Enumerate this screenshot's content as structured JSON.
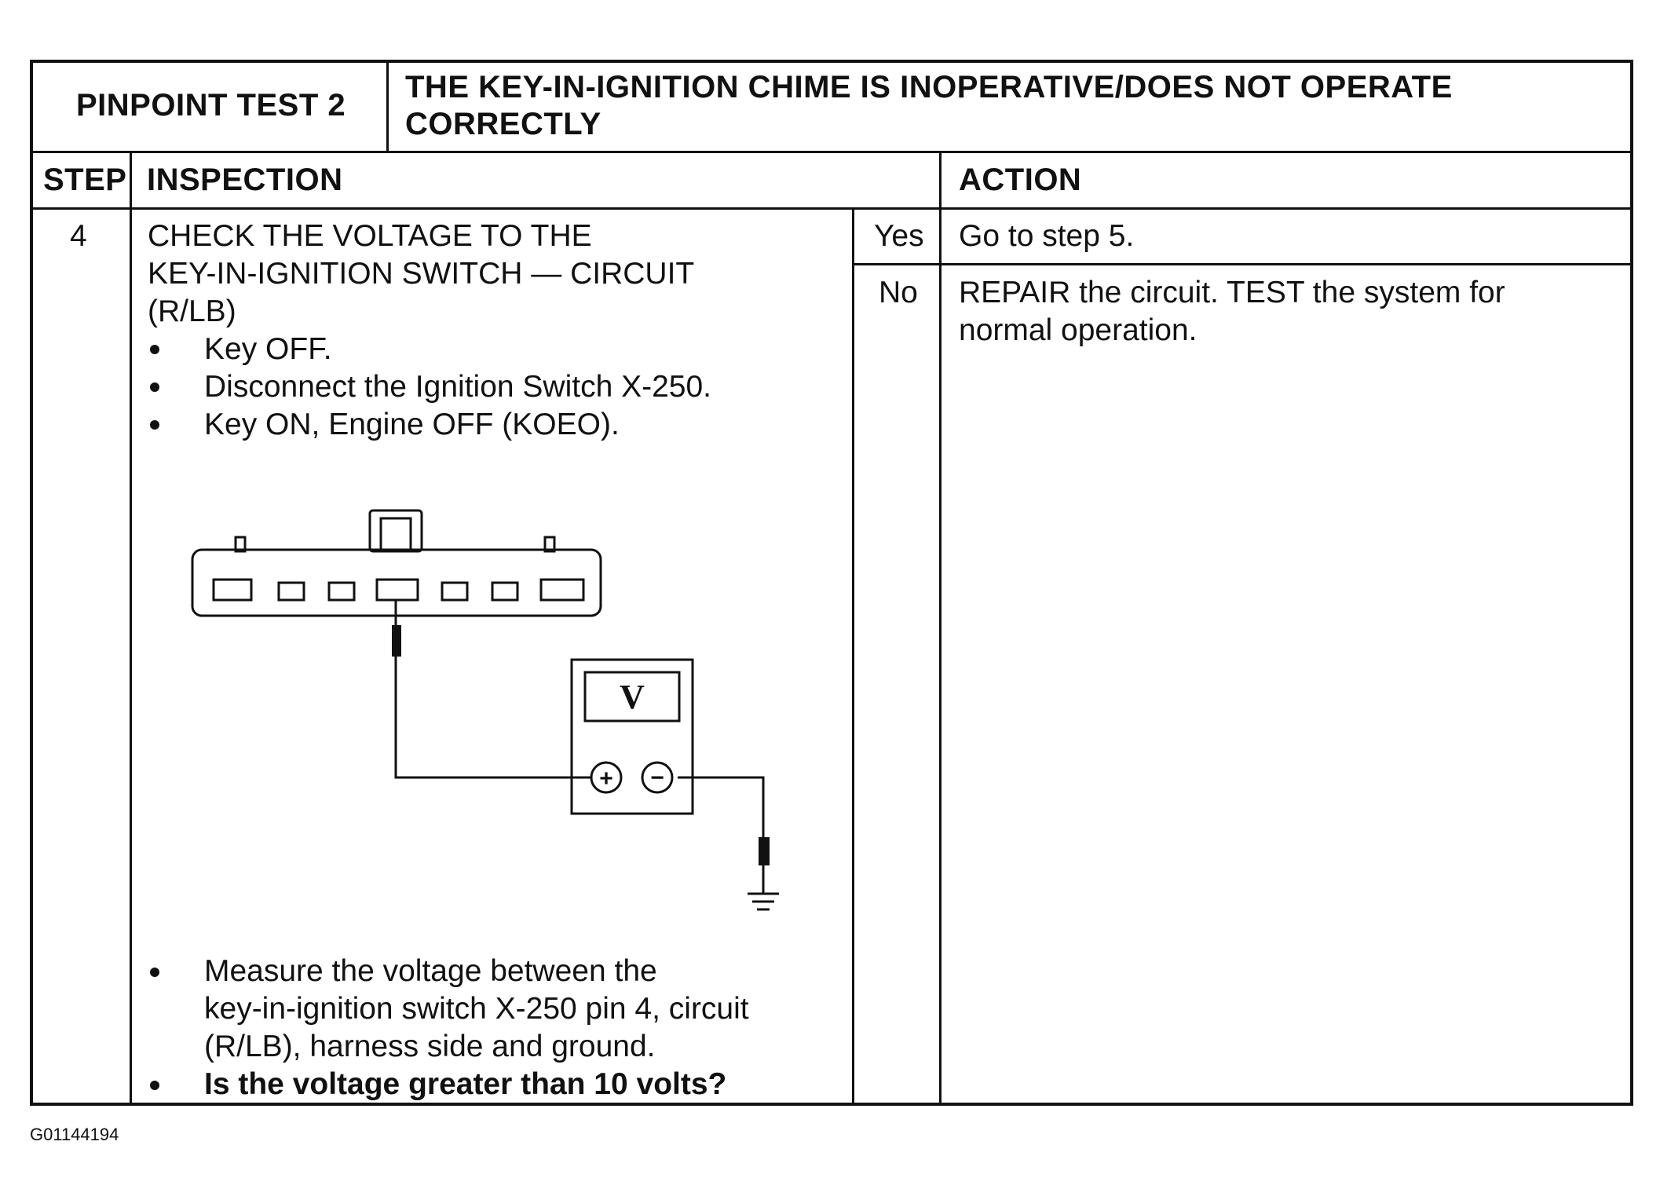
{
  "header": {
    "test_label": "PINPOINT TEST 2",
    "title_line1": "THE KEY-IN-IGNITION CHIME IS INOPERATIVE/DOES NOT OPERATE",
    "title_line2": "CORRECTLY"
  },
  "columns": {
    "step": "STEP",
    "inspection": "INSPECTION",
    "action": "ACTION"
  },
  "row": {
    "step_number": "4",
    "inspection_lines": [
      "CHECK THE VOLTAGE TO THE",
      "KEY-IN-IGNITION SWITCH — CIRCUIT",
      "(R/LB)"
    ],
    "bullets_top": [
      "Key OFF.",
      "Disconnect the Ignition Switch X-250.",
      "Key ON, Engine OFF (KOEO)."
    ],
    "bullets_bottom": {
      "measure_lines": [
        "Measure the voltage between the",
        "key-in-ignition switch X-250 pin 4, circuit",
        "(R/LB), harness side and ground."
      ],
      "question": "Is the voltage greater than 10 volts?"
    },
    "yes_label": "Yes",
    "yes_action": "Go to step 5.",
    "no_label": "No",
    "no_action_lines": [
      "REPAIR the circuit.  TEST the system for",
      "normal operation."
    ]
  },
  "diagram": {
    "meter_symbol": "V",
    "plus_symbol": "+",
    "minus_symbol": "−"
  },
  "figure_id": "G01144194"
}
